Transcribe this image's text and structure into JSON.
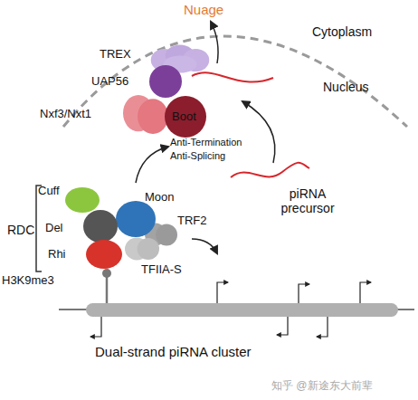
{
  "diagram": {
    "nodes": [
      {
        "text": [
          "TREX"
        ]
      },
      {
        "text": [
          "UAP56"
        ]
      },
      {
        "text": [
          "Nxf3/Nxt1"
        ]
      },
      {
        "text": [
          "Boot"
        ]
      },
      {
        "text": [
          "Cuff"
        ]
      },
      {
        "text": [
          "Del"
        ]
      },
      {
        "text": [
          "Moon"
        ]
      },
      {
        "text": [
          "TRF2"
        ]
      },
      {
        "text": [
          "Rhi"
        ]
      },
      {
        "text": [
          "TFIIA-S"
        ]
      },
      {
        "text": [
          "Dual-strand piRNA cluster"
        ]
      }
    ],
    "labels": [
      "Nuage",
      "Cytoplasm",
      "Nucleus",
      "Anti-Termination Anti-Splicing",
      "RDC",
      "piRNA precursor",
      "H3K9me3",
      "知乎 @新途东大前辈"
    ]
  }
}
